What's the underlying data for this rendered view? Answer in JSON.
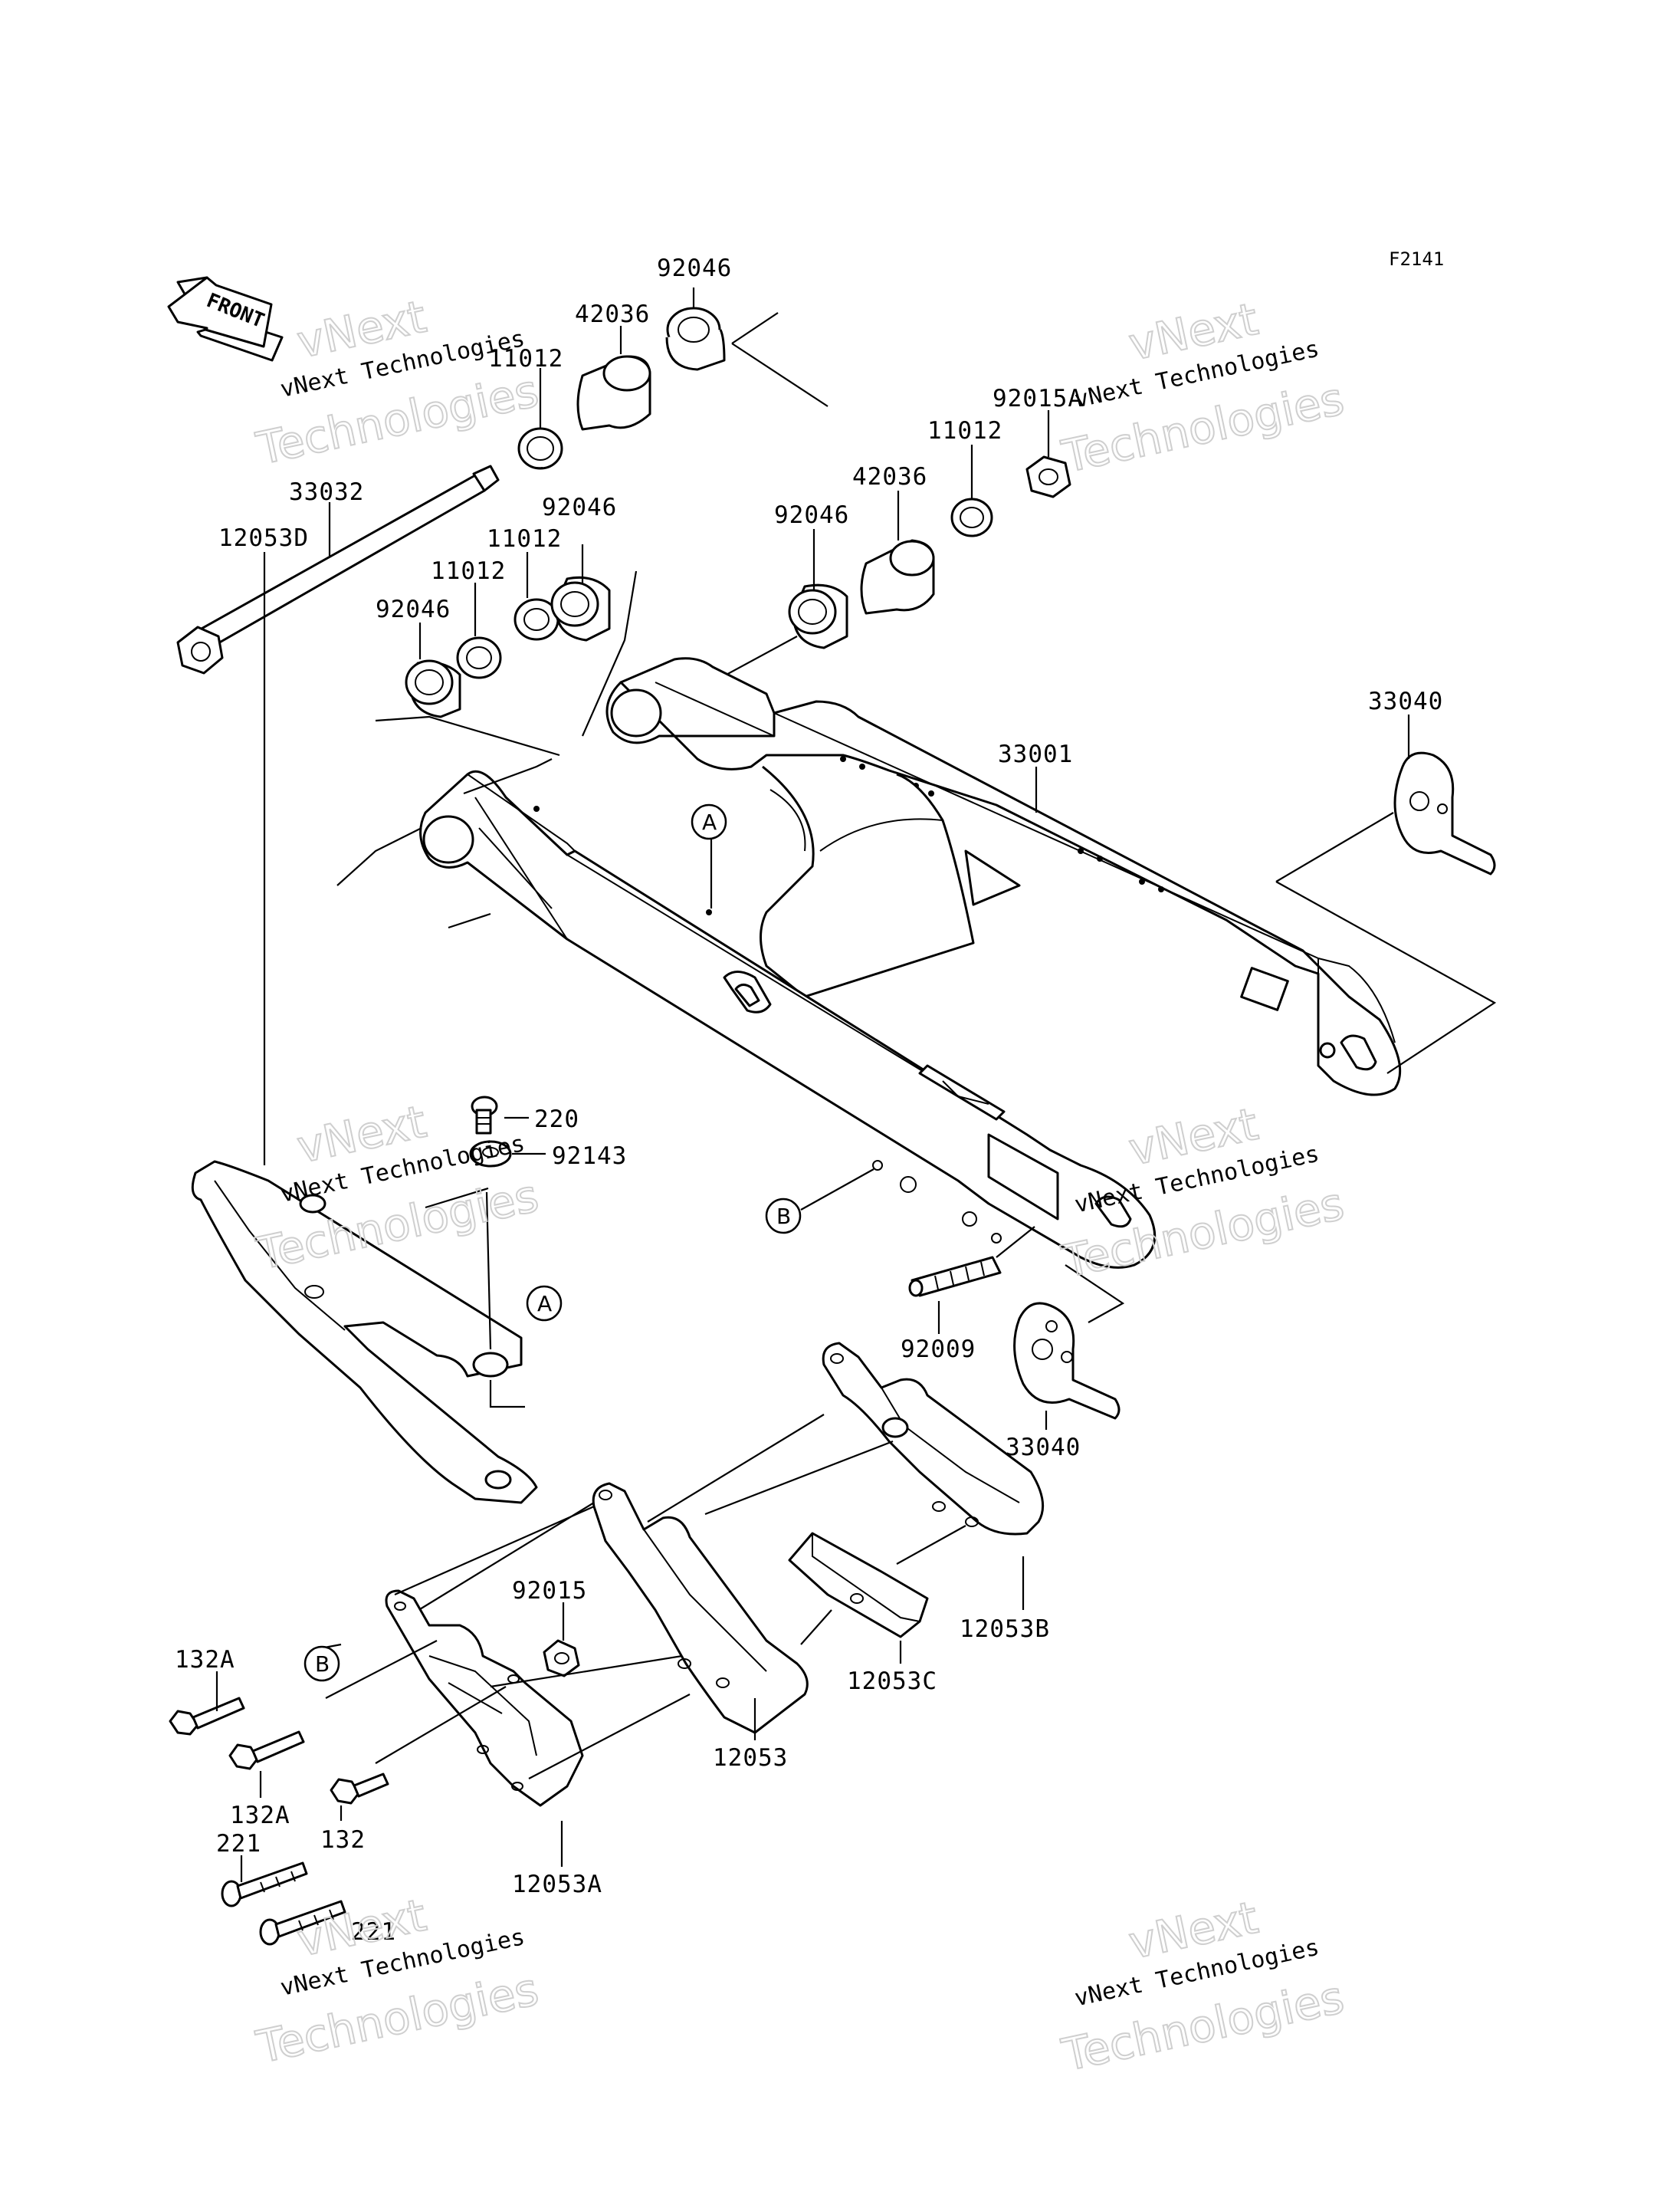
{
  "figure_code": "F2141",
  "front_label": "FRONT",
  "watermark": {
    "line1": "vNext",
    "line2": "vNext Technologies",
    "line3": "Technologies"
  },
  "callouts": {
    "a": "A",
    "b": "B"
  },
  "labels": {
    "p92046_top": "92046",
    "p42036_top": "42036",
    "p11012_top": "11012",
    "p33032": "33032",
    "p92046_mid": "92046",
    "p11012_mid1": "11012",
    "p11012_mid2": "11012",
    "p92046_left": "92046",
    "p92015A": "92015A",
    "p11012_right": "11012",
    "p42036_right": "42036",
    "p92046_right": "92046",
    "p33040_top": "33040",
    "p33001": "33001",
    "p12053D": "12053D",
    "p220": "220",
    "p92143": "92143",
    "p92009": "92009",
    "p33040_bottom": "33040",
    "p92015": "92015",
    "p12053B": "12053B",
    "p12053C": "12053C",
    "p132A_1": "132A",
    "p132A_2": "132A",
    "p132": "132",
    "p12053": "12053",
    "p221_1": "221",
    "p221_2": "221",
    "p12053A": "12053A"
  }
}
